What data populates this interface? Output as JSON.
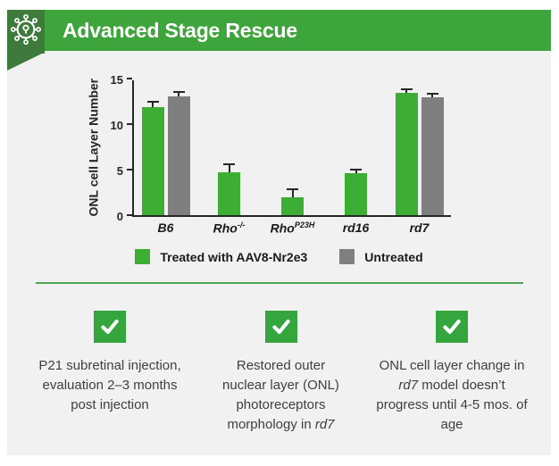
{
  "header": {
    "title": "Advanced Stage Rescue",
    "icon": "virus-network-icon"
  },
  "chart_data": {
    "type": "bar",
    "title": "",
    "ylabel": "ONL cell Layer Number",
    "xlabel": "",
    "ylim": [
      0,
      15
    ],
    "yticks": [
      0,
      5,
      10,
      15
    ],
    "grid": false,
    "legend_position": "bottom",
    "categories": [
      {
        "label": "B6",
        "sup": ""
      },
      {
        "label": "Rho",
        "sup": "-/-"
      },
      {
        "label": "Rho",
        "sup": "P23H"
      },
      {
        "label": "rd16",
        "sup": ""
      },
      {
        "label": "rd7",
        "sup": ""
      }
    ],
    "series": [
      {
        "name": "Treated with AAV8-Nr2e3",
        "color": "#3cae34",
        "values": [
          11.9,
          4.7,
          2.0,
          4.6,
          13.4
        ],
        "errors": [
          0.7,
          1.0,
          0.9,
          0.5,
          0.5
        ]
      },
      {
        "name": "Untreated",
        "color": "#7f7f7f",
        "values": [
          13.0,
          null,
          null,
          null,
          12.9
        ],
        "errors": [
          0.6,
          null,
          null,
          null,
          0.5
        ]
      }
    ]
  },
  "checklist": [
    {
      "icon": "checkmark-icon",
      "segments": [
        {
          "text": "P21 subretinal injection, evaluation 2–3 months post injection",
          "italic": false
        }
      ]
    },
    {
      "icon": "checkmark-icon",
      "segments": [
        {
          "text": "Restored outer nuclear layer (ONL) photoreceptors morphology in ",
          "italic": false
        },
        {
          "text": "rd7",
          "italic": true
        }
      ]
    },
    {
      "icon": "checkmark-icon",
      "segments": [
        {
          "text": "ONL cell layer change in ",
          "italic": false
        },
        {
          "text": "rd7",
          "italic": true
        },
        {
          "text": " model doesn’t progress until 4-5 mos. of age",
          "italic": false
        }
      ]
    }
  ],
  "colors": {
    "header_bar_green": "#3ea53c",
    "badge_dark_green": "#3e7a3c",
    "chart_green": "#3cae34",
    "bar_gray": "#7f7f7f",
    "check_green": "#35a63e",
    "divider_green": "#4fa44f",
    "slide_bg": "#f1f1f1",
    "axis_color": "#262626",
    "body_text": "#3f3f3f"
  }
}
